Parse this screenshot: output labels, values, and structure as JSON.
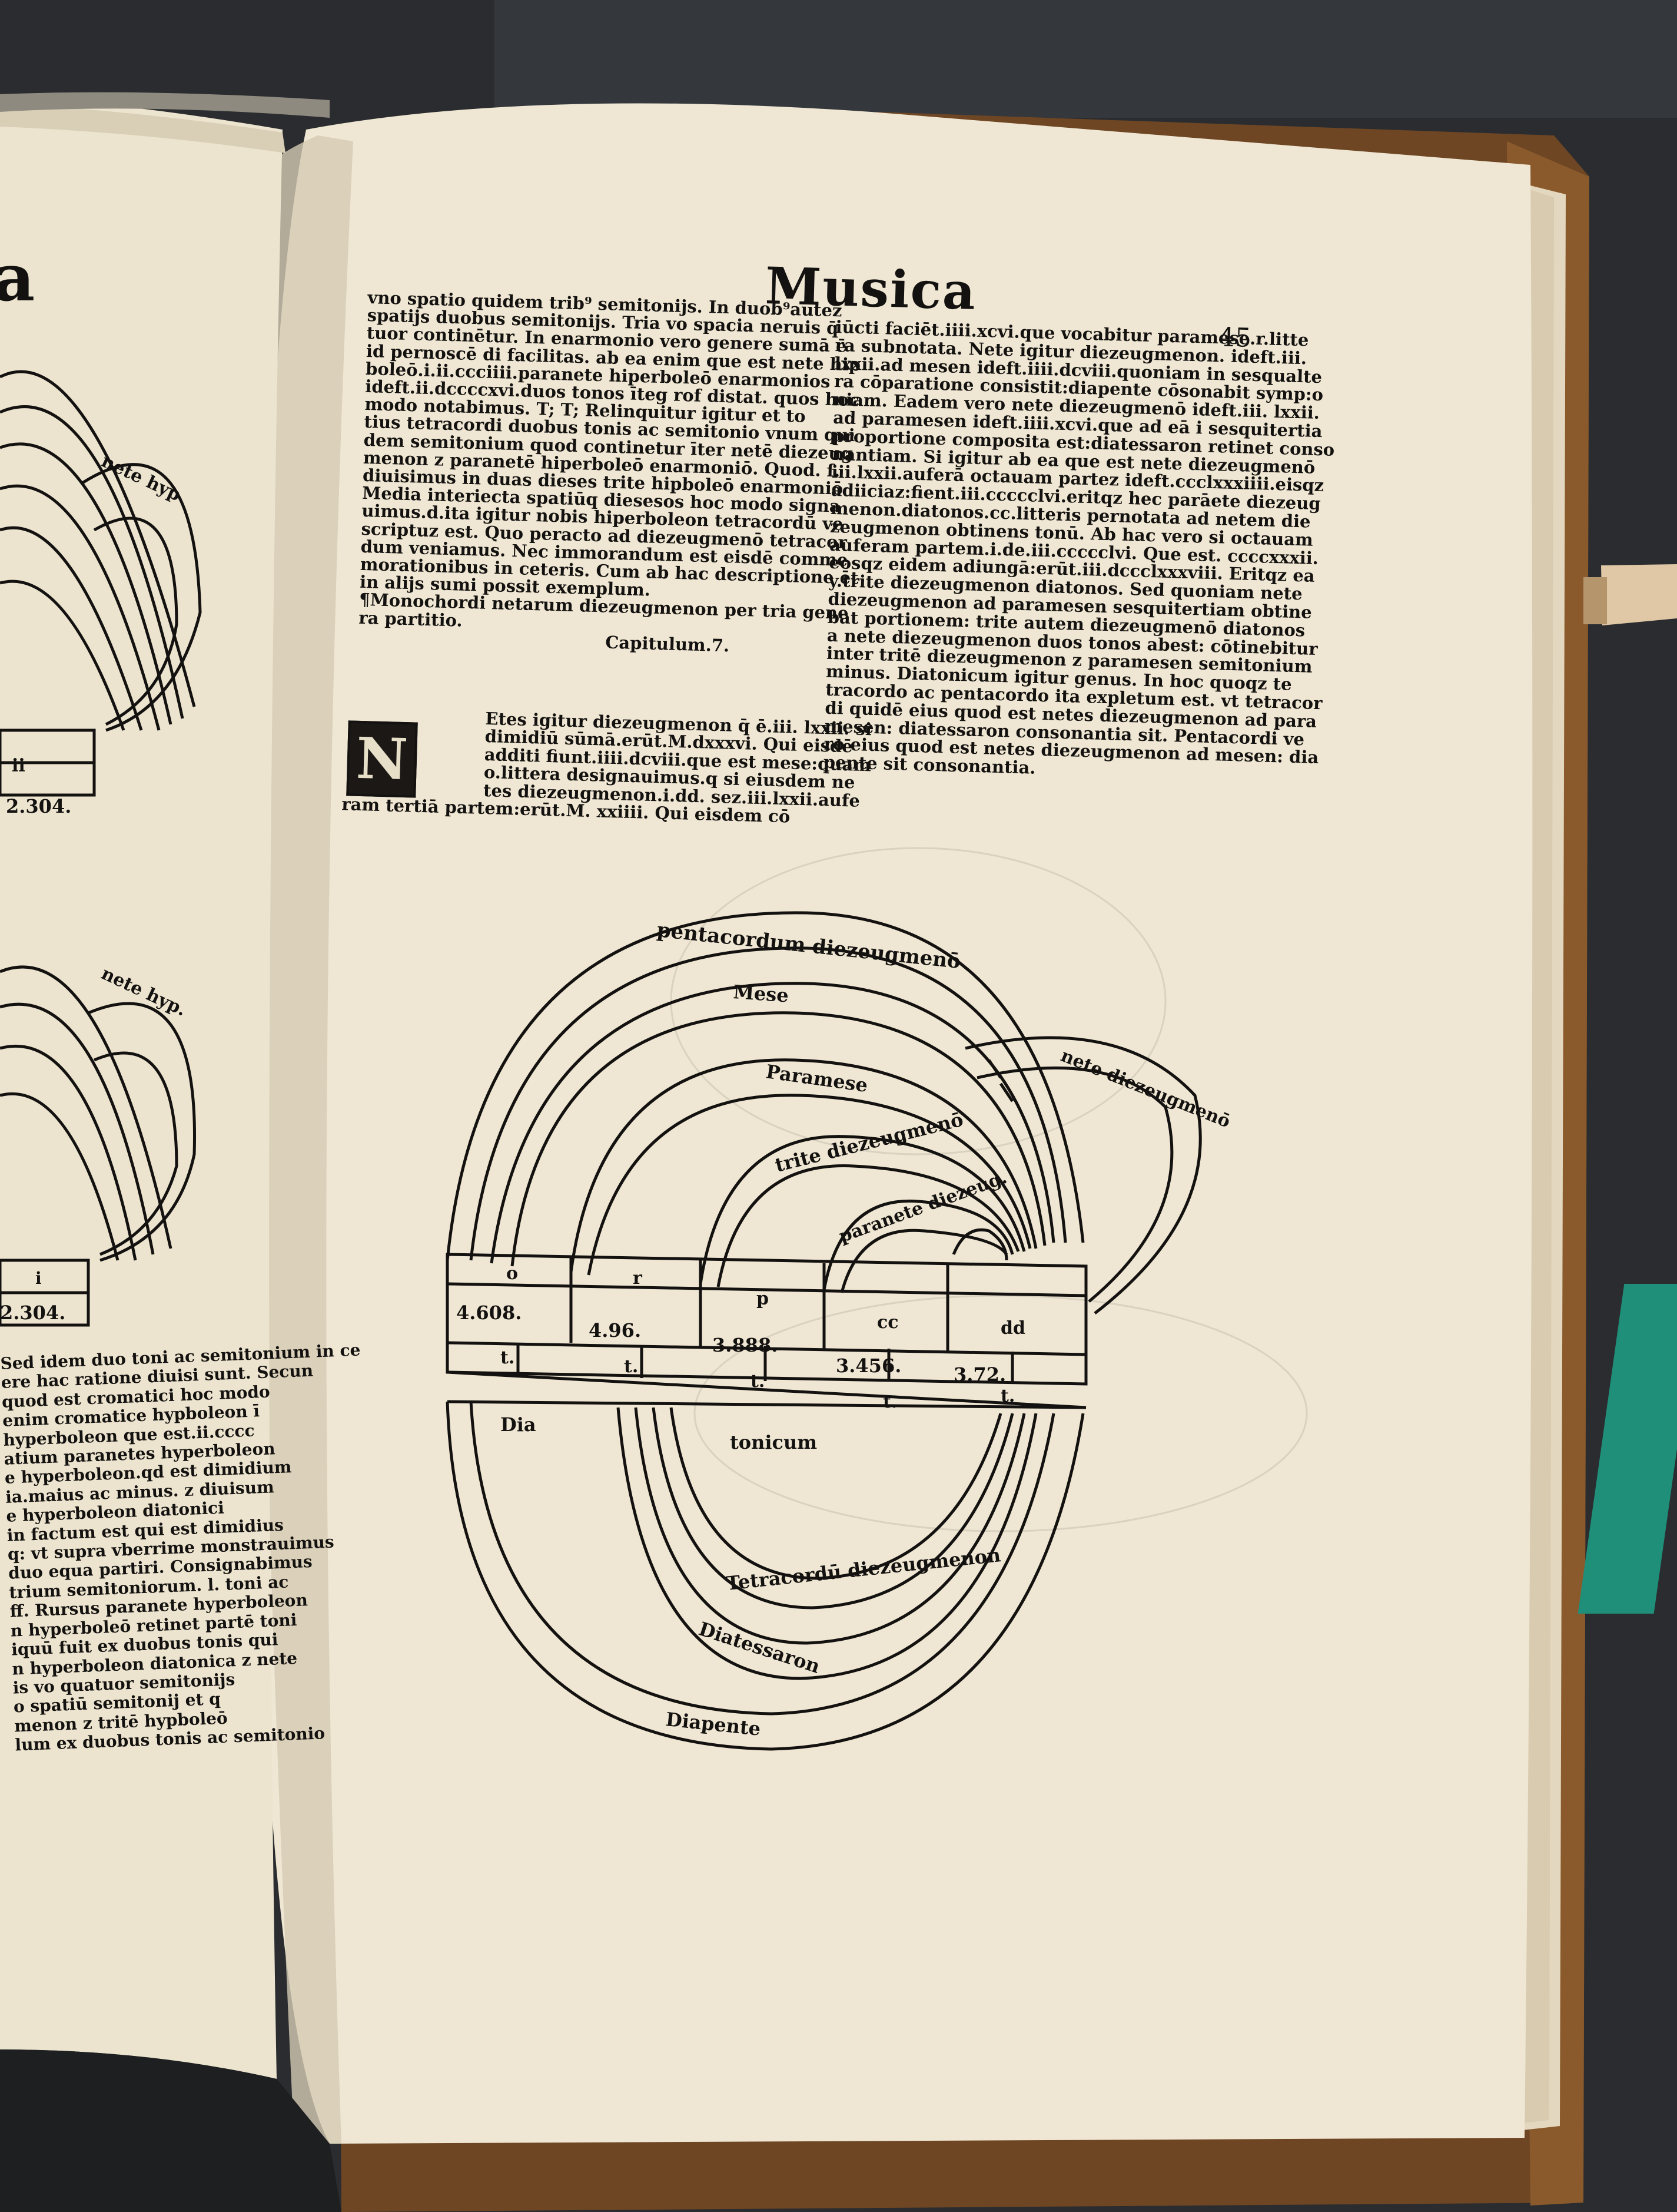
{
  "colors": {
    "background": "#2a2c2f",
    "paper": "#efe7d3",
    "paper_left": "#ece4cf",
    "ink": "#141210",
    "board_edge": "#8a5a2c",
    "teal": "#1f8f7a",
    "bookmark": "#e0c7a5"
  },
  "page": {
    "title": "Musica",
    "page_number": "45",
    "col_left_lines": [
      "vno spatio quidem trib⁹ semitonijs. In duob⁹autez",
      "spatijs duobus semitonijs. Tria vo spacia neruis q̄",
      "tuor continētur. In enarmonio vero genere sumā ē",
      "id pernoscē di facilitas. ab ea enim que est nete hip",
      "boleō.i.ii.ccciiii.paranete hiperboleō enarmonios",
      "ideft.ii.dccccxvi.duos tonos īteg rof distat. quos hoc",
      "modo notabimus. T; T; Relinquitur igitur et to",
      "tius tetracordi duobus tonis ac semitonio vnum qui",
      "dem semitonium quod continetur īter netē diezeug",
      "menon z paranetē hiperboleō enarmoniō. Quod. ſ.",
      "diuisimus in duas dieses trite hipboleō enarmoniō",
      "Media interiecta spatiūq diesesos hoc modo signa",
      "uimus.d.ita igitur nobis hiperboleon tetracordū ve",
      "scriptuz est. Quo peracto ad diezeugmenō tetracor",
      "dum veniamus. Nec immorandum est eisdē comme",
      "morationibus in ceteris. Cum ab hac descriptione ēt",
      "in alijs sumi possit exemplum.",
      "¶Monochordi netarum diezeugmenon per tria gene",
      "ra partitio.",
      "Capitulum.7."
    ],
    "col_left_cont_lines": [
      "Etes igitur diezeugmenon q̄ ē.iii. lxxii. si",
      "dimidiū sūmā.erūt.M.dxxxvi. Qui eisdē",
      "additi fiunt.iiii.dcviii.que est mese:quam",
      "o.littera designauimus.q si eiusdem ne",
      "tes diezeugmenon.i.dd. sez.iii.lxxii.aufe",
      "ram tertiā partem:erūt.M. xxiiii. Qui eisdem cō"
    ],
    "col_right_lines": [
      "iūcti faciēt.iiii.xcvi.que vocabitur paramese.r.litte",
      "ra subnotata. Nete igitur diezeugmenon. ideft.iii.",
      "lxxii.ad mesen ideft.iiii.dcviii.quoniam in sesqualte",
      "ra cōparatione consistit:diapente cōsonabit symp:o",
      "niam. Eadem vero nete diezeugmenō ideft.iii. lxxii.",
      "ad paramesen ideft.iiii.xcvi.que ad eā i sesquitertia",
      "proportione composita est:diatessaron retinet conso",
      "nantiam. Si igitur ab ea que est nete diezeugmenō",
      "iii.lxxii.auferā octauam partez ideft.ccclxxxiiii.eisqz",
      "adiiciaz:fient.iii.ccccclvi.eritqz hec parāete diezeug",
      "menon.diatonos.cc.litteris pernotata ad netem die",
      "zeugmenon obtinens tonū. Ab hac vero si octauam",
      "auferam partem.i.de.iii.ccccclvi. Que est. ccccxxxii.",
      "eosqz eidem adiungā:erūt.iii.dccclxxxviii. Eritqz ea",
      "y.trite diezeugmenon diatonos. Sed quoniam nete",
      "diezeugmenon ad paramesen sesquitertiam obtine",
      "bat portionem: trite autem diezeugmenō diatonos",
      "a nete diezeugmenon duos tonos abest: cōtinebitur",
      "inter tritē diezeugmenon z paramesen semitonium",
      "minus. Diatonicum igitur genus. In hoc quoqz te",
      "tracordo ac pentacordo ita expletum est. vt tetracor",
      "di quidē eius quod est netes diezeugmenon ad para",
      "mesen: diatessaron consonantia sit. Pentacordi ve",
      "ro eius quod est netes diezeugmenon ad mesen: dia",
      "pente sit consonantia."
    ],
    "initial_letter": "N"
  },
  "diagram": {
    "arc_labels_top": [
      "pentacordum diezeugmenō",
      "Mese",
      "Paramese",
      "trite diezeugmenō",
      "paranete diezeug.",
      "nete diezeugmenō"
    ],
    "letters": [
      "o",
      "r",
      "p",
      "cc",
      "dd"
    ],
    "numbers": [
      "4.608.",
      "4.96.",
      "3.888.",
      "3.456.",
      "3.72."
    ],
    "interval_marks": [
      "t.",
      "t.",
      "t.",
      "t.",
      "t."
    ],
    "bottom_row": [
      "Dia",
      "tonicum"
    ],
    "arc_labels_bottom": [
      "Tetracordū diezeugmenon",
      "Diatessaron",
      "Diapente"
    ]
  },
  "left_page": {
    "partial_title": "a",
    "labels": [
      "nete hyp",
      "nete hyp.",
      "2.304.",
      "2.304.",
      "ii",
      "i"
    ],
    "text_lines": [
      "Sed idem duo toni ac semitonium in ce",
      "ere hac ratione diuisi sunt. Secun",
      "quod est cromatici hoc modo",
      "enim cromatice hypboleon ī",
      "hyperboleon que est.ii.cccc",
      "atium paranetes hyperboleon",
      "e hyperboleon.qd est dimidium",
      "ia.maius ac minus. z diuisum",
      "e hyperboleon diatonici",
      "in factum est qui est dimidius",
      "q: vt supra vberrime monstrauimus",
      "duo equa partiri. Consignabimus",
      "trium semitoniorum. l. toni ac",
      "ff. Rursus paranete hyperboleon",
      "n hyperboleō retinet partē toni",
      "iquū fuit ex duobus tonis qui",
      "n hyperboleon diatonica z nete",
      "is vo quatuor semitonijs",
      "o spatiū semitonij et q",
      "menon z tritē hypboleō",
      "lum ex duobus tonis ac semitonio"
    ]
  }
}
